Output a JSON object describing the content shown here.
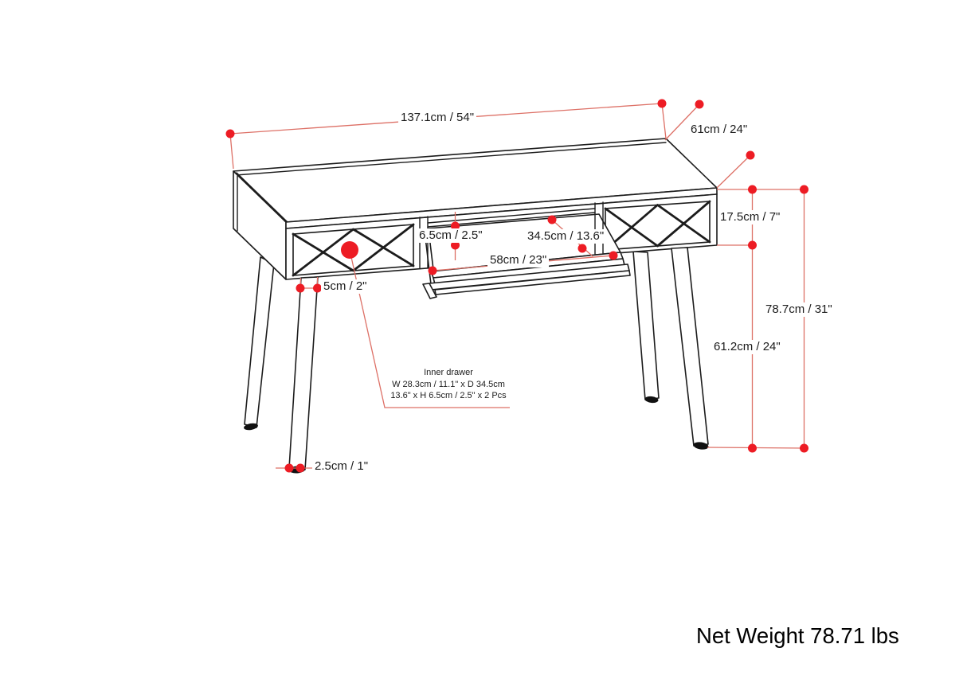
{
  "diagram_title": "desk-dimension-diagram",
  "labels": {
    "width_top": "137.1cm / 54\"",
    "depth_top": "61cm / 24\"",
    "apron_height": "17.5cm / 7\"",
    "total_height": "78.7cm / 31\"",
    "floor_to_apron": "61.2cm / 24\"",
    "tray_opening_height": "6.5cm / 2.5\"",
    "tray_depth": "34.5cm / 13.6\"",
    "tray_width": "58cm / 23\"",
    "leg_thickness_top": "5cm / 2\"",
    "leg_thickness_bottom": "2.5cm / 1\""
  },
  "inner_drawer_note": {
    "title": "Inner drawer",
    "line1": "W 28.3cm / 11.1\" x D 34.5cm",
    "line2": "13.6\" x H 6.5cm / 2.5\" x 2 Pcs"
  },
  "net_weight": "Net Weight 78.71 lbs",
  "colors": {
    "drawing_line": "#1c1c1c",
    "dimension_line": "#dd7066",
    "dimension_dot": "#ed1c24",
    "background": "#ffffff"
  }
}
